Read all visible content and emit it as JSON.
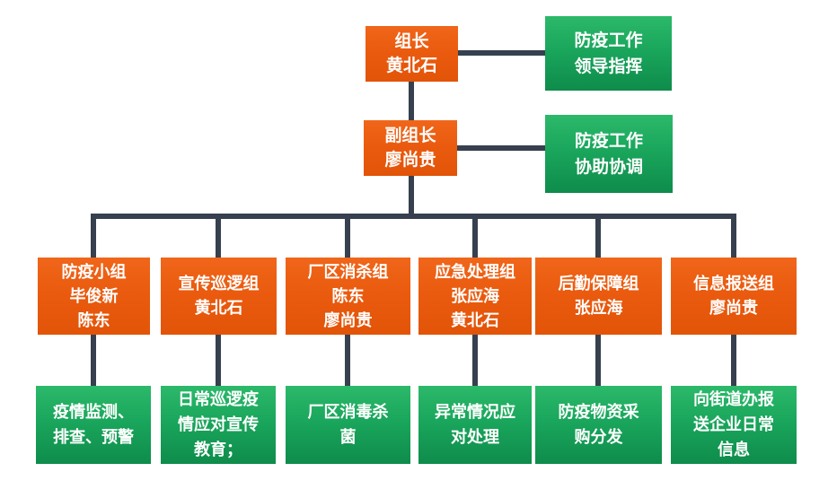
{
  "palette": {
    "orange": "#ea5b0f",
    "green_top": "#2cb96a",
    "green_bottom": "#0e8c4b",
    "connector": "#36404e",
    "text": "#ffffff",
    "background": "#ffffff"
  },
  "chart": {
    "type": "org-chart",
    "leader": {
      "lines": [
        "组长",
        "黄北石"
      ]
    },
    "leader_role": {
      "lines": [
        "防疫工作",
        "领导指挥"
      ]
    },
    "deputy": {
      "lines": [
        "副组长",
        "廖尚贵"
      ]
    },
    "deputy_role": {
      "lines": [
        "防疫工作",
        "协助协调"
      ]
    },
    "groups": [
      {
        "lines": [
          "防疫小组",
          "毕俊新",
          "陈东"
        ]
      },
      {
        "lines": [
          "宣传巡逻组",
          "黄北石"
        ]
      },
      {
        "lines": [
          "厂区消杀组",
          "陈东",
          "廖尚贵"
        ]
      },
      {
        "lines": [
          "应急处理组",
          "张应海",
          "黄北石"
        ]
      },
      {
        "lines": [
          "后勤保障组",
          "张应海"
        ]
      },
      {
        "lines": [
          "信息报送组",
          "廖尚贵"
        ]
      }
    ],
    "duties": [
      {
        "lines": [
          "疫情监测、",
          "排查、预警"
        ]
      },
      {
        "lines": [
          "日常巡逻疫",
          "情应对宣传",
          "教育；"
        ]
      },
      {
        "lines": [
          "厂区消毒杀",
          "菌"
        ]
      },
      {
        "lines": [
          "异常情况应",
          "对处理"
        ]
      },
      {
        "lines": [
          "防疫物资采",
          "购分发"
        ]
      },
      {
        "lines": [
          "向街道办报",
          "送企业日常",
          "信息"
        ]
      }
    ]
  }
}
